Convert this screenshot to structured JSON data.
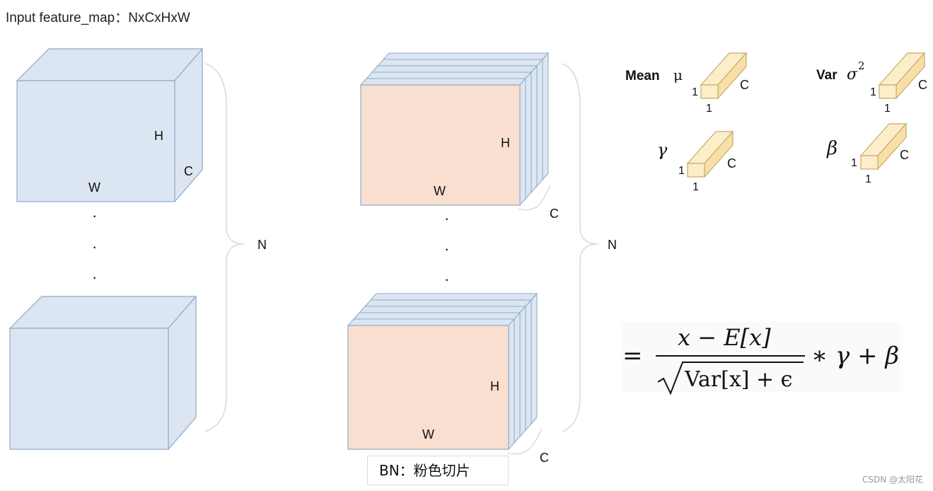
{
  "title": "Input feature_map：NxCxHxW",
  "input_block": {
    "label_h": "H",
    "label_c": "C",
    "label_w": "W",
    "dots": [
      "·",
      "·",
      "·"
    ],
    "label_n": "N"
  },
  "bn_block": {
    "top": {
      "label_h": "H",
      "label_w": "W",
      "label_c": "C"
    },
    "bottom": {
      "label_h": "H",
      "label_w": "W",
      "label_c": "C"
    },
    "dots": [
      "·",
      "·",
      "·"
    ],
    "label_n": "N"
  },
  "params": {
    "mean": {
      "name": "Mean",
      "symbol": "μ",
      "dim_c": "C",
      "dim_1a": "1",
      "dim_1b": "1"
    },
    "var": {
      "name": "Var",
      "symbol": "σ",
      "exponent": "2",
      "dim_c": "C",
      "dim_1a": "1",
      "dim_1b": "1"
    },
    "gamma": {
      "symbol": "γ",
      "dim_c": "C",
      "dim_1a": "1",
      "dim_1b": "1"
    },
    "beta": {
      "symbol": "β",
      "dim_c": "C",
      "dim_1a": "1",
      "dim_1b": "1"
    }
  },
  "formula": {
    "equals": "=",
    "numerator": "x − E[x]",
    "denominator": "Var[x] + ϵ",
    "tail": "∗ γ + β"
  },
  "caption": "BN：粉色切片",
  "watermark": "CSDN @太阳花",
  "colors": {
    "blue_face": "#dbe6f2",
    "blue_stroke": "#8fa9c7",
    "pink_face": "#f8dfd0",
    "gold_face": "#fbeec8",
    "gold_stroke": "#c8a96a"
  }
}
